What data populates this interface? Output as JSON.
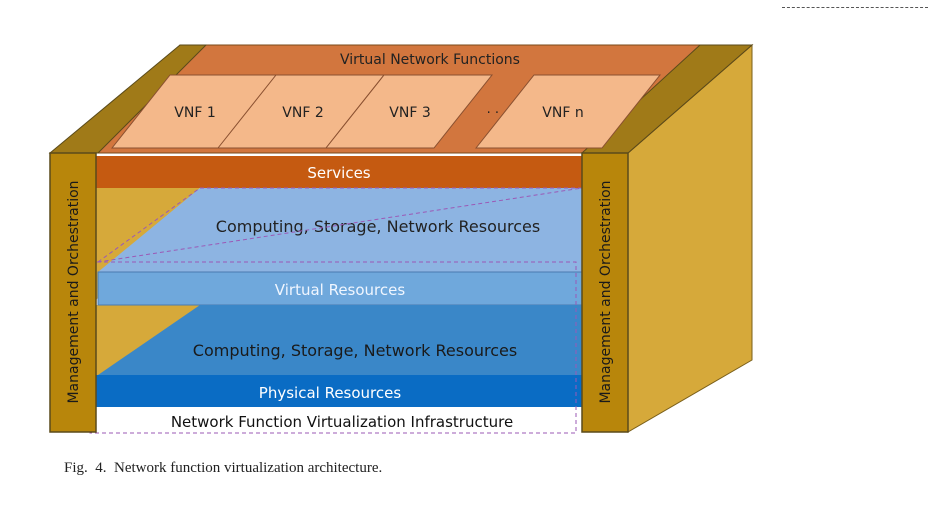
{
  "diagram": {
    "top_label": "Virtual Network Functions",
    "vnfs": [
      "VNF 1",
      "VNF 2",
      "VNF 3",
      "VNF n"
    ],
    "ellipsis": "· · ·",
    "services": "Services",
    "virtual_resources_pool": "Computing, Storage, Network Resources",
    "virtual_resources": "Virtual Resources",
    "physical_resources_pool": "Computing, Storage, Network Resources",
    "physical_resources": "Physical Resources",
    "nfvi": "Network Function Virtualization Infrastructure",
    "mano_left": "Management and Orchestration",
    "mano_right": "Management and Orchestration"
  },
  "caption": "Fig.  4.  Network function virtualization architecture.",
  "colors": {
    "pillar": "#b8860b",
    "pillar_border": "#5a4a1a",
    "side_face": "#d6a93a",
    "top_face": "#d2763e",
    "vnf_box": "#f4b88a",
    "services": "#c55a11",
    "virtual_pool": "#8db4e2",
    "virtual_resources": "#6fa8dc",
    "physical_pool": "#3a87c8",
    "physical_resources": "#0a6cc4",
    "nfvi_box": "#ffffff",
    "dashed_outline": "#9b59b6"
  }
}
